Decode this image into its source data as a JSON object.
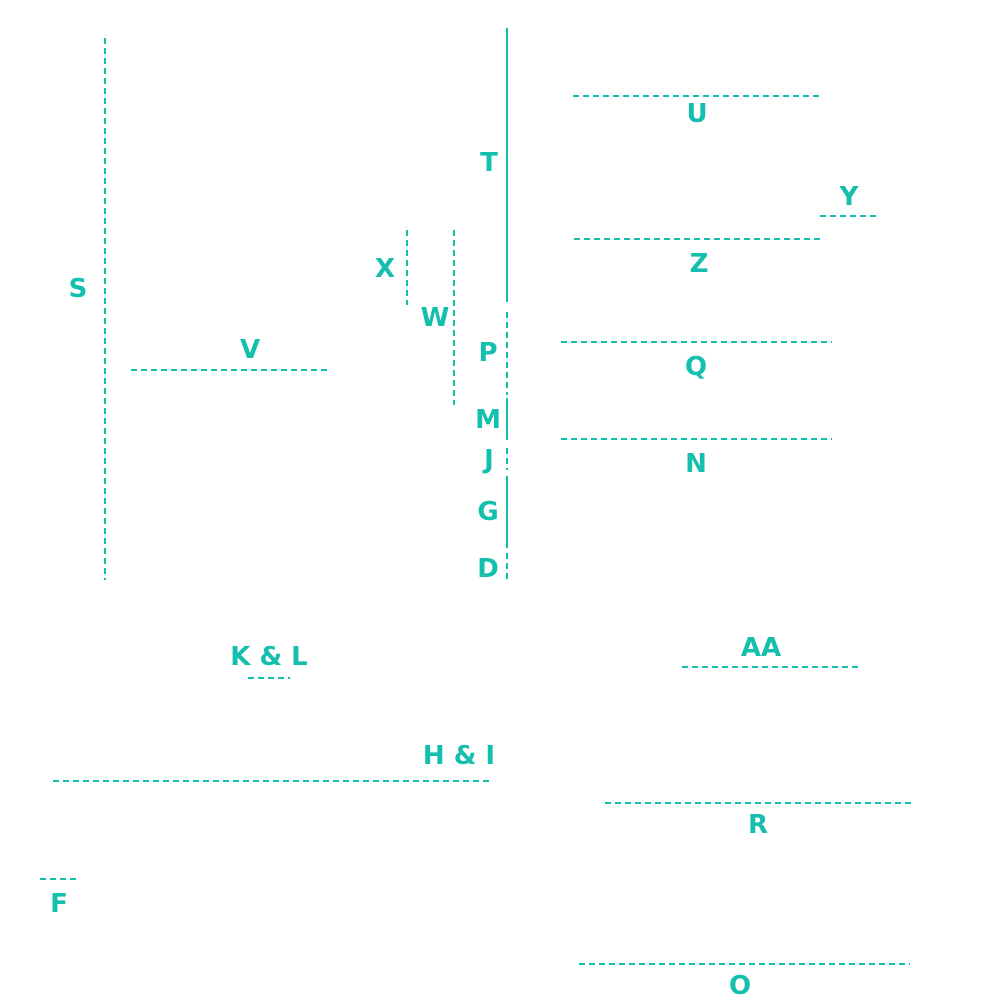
{
  "accent_color": "#14bfae",
  "labels": {
    "S": "S",
    "V": "V",
    "X": "X",
    "W": "W",
    "T": "T",
    "P": "P",
    "M": "M",
    "J": "J",
    "G": "G",
    "D": "D",
    "U": "U",
    "Y": "Y",
    "Z": "Z",
    "Q": "Q",
    "N": "N",
    "KL": "K & L",
    "AA": "AA",
    "HI": "H & I",
    "R": "R",
    "F": "F",
    "O": "O"
  }
}
